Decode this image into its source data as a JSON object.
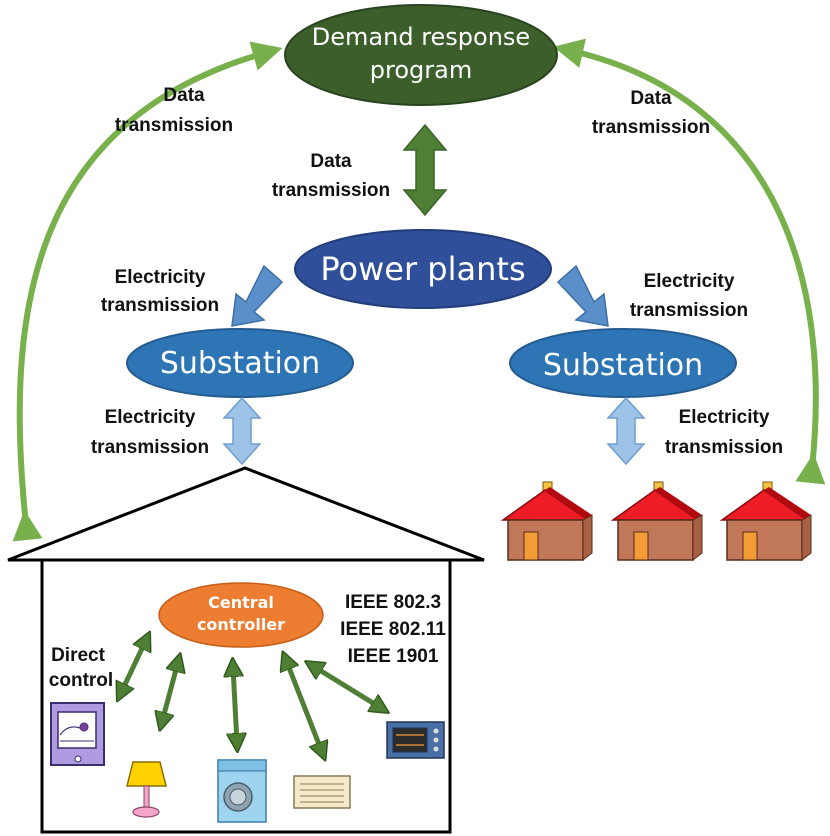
{
  "nodes": {
    "demand_response": [
      "Demand response",
      "program"
    ],
    "power_plants": "Power plants",
    "substation_left": "Substation",
    "substation_right": "Substation",
    "central_controller": [
      "Central",
      "controller"
    ]
  },
  "edge_labels": {
    "data_left": [
      "Data",
      "transmission"
    ],
    "data_center": [
      "Data",
      "transmission"
    ],
    "data_right": [
      "Data",
      "transmission"
    ],
    "elec_left": [
      "Electricity",
      "transmission"
    ],
    "elec_right": [
      "Electricity",
      "transmission"
    ],
    "elec_sub_left": [
      "Electricity",
      "transmission"
    ],
    "elec_sub_right": [
      "Electricity",
      "transmission"
    ],
    "direct_control": [
      "Direct",
      "control"
    ]
  },
  "standards": [
    "IEEE 802.3",
    "IEEE 802.11",
    "IEEE 1901"
  ],
  "appliances": [
    "microwave-icon",
    "lamp-icon",
    "washing-machine-icon",
    "air-conditioner-icon",
    "oven-icon"
  ],
  "colors": {
    "dark_green": "#3b5e2b",
    "arrow_green": "#78b04b",
    "mid_green": "#4f7f34",
    "navy": "#2f4f9a",
    "blue": "#2e75b6",
    "light_blue": "#9dc3e6",
    "orange": "#ed7d31",
    "roof_red": "#ee1c24",
    "wall_brown": "#c0775a"
  }
}
